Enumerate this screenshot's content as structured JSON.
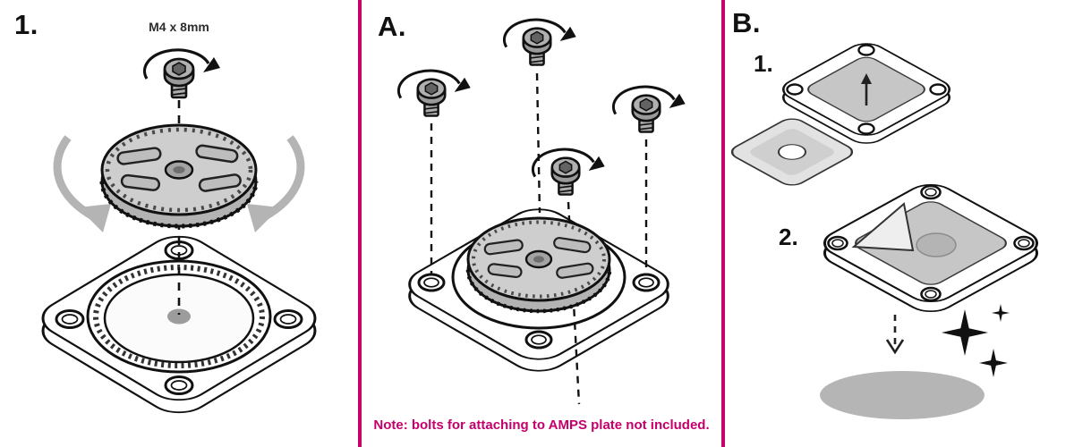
{
  "panel1": {
    "number": "1.",
    "screw_spec": "M4 x 8mm"
  },
  "panelA": {
    "letter": "A.",
    "note": "Note: bolts for attaching to AMPS plate not included."
  },
  "panelB": {
    "letter": "B.",
    "step1_number": "1.",
    "step2_number": "2."
  },
  "colors": {
    "divider": "#c5006b",
    "note_text": "#c5006b",
    "ink": "#111111",
    "metal_gray": "#cecece",
    "pad_gray": "#c6c6c6",
    "soft_gray": "#b4b4b4"
  },
  "icons": {
    "screw": "hex-socket-bolt-with-rotation-arrow",
    "rotation_arrow": "curved-arrow",
    "sparkle": "four-point-star",
    "surface": "gray-ellipse"
  }
}
